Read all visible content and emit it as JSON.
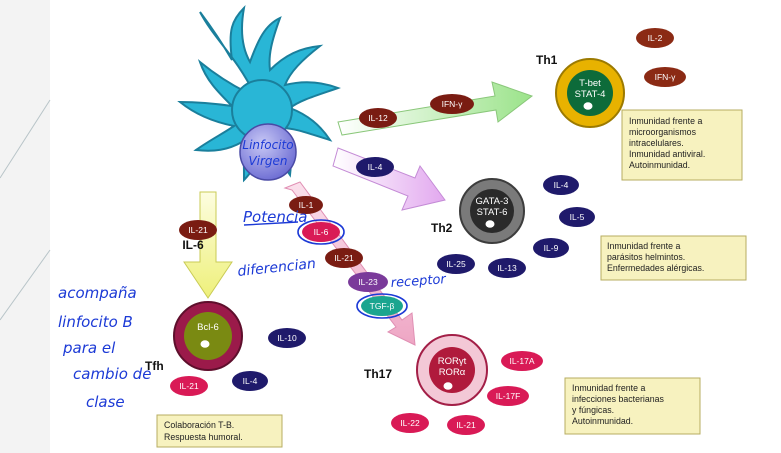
{
  "colors": {
    "dendritic": "#29b6d6",
    "maroon": "#7a1c12",
    "navy": "#1f1a6b",
    "pink": "#d91a56",
    "purple": "#7a3a9a",
    "teal": "#1aa58f",
    "note_bg": "#f7f2bf",
    "ink": "#1c3ad6"
  },
  "diagram": {
    "naive_label": "Linfocito Virgen",
    "th1": {
      "label": "Th1",
      "core": [
        "T-bet",
        "STAT-4"
      ],
      "outputs": [
        "IL-2",
        "IFN-γ"
      ],
      "inputs": [
        "IFN-γ",
        "IL-12"
      ],
      "note": [
        "Inmunidad frente a",
        "microorganismos",
        "intracelulares.",
        "Inmunidad antiviral.",
        "Autoinmunidad."
      ]
    },
    "th2": {
      "label": "Th2",
      "core": [
        "GATA-3",
        "STAT-6"
      ],
      "outputs": [
        "IL-4",
        "IL-5",
        "IL-9",
        "IL-13",
        "IL-25"
      ],
      "inputs": [
        "IL-4"
      ],
      "note": [
        "Inmunidad frente a",
        "parásitos helmintos.",
        "Enfermedades alérgicas."
      ]
    },
    "tfh": {
      "label": "Tfh",
      "core": [
        "Bcl-6"
      ],
      "outputs": [
        "IL-10",
        "IL-4",
        "IL-21"
      ],
      "inputs": [
        "IL-21",
        "IL-6"
      ],
      "note": [
        "Colaboración T-B.",
        "Respuesta humoral."
      ]
    },
    "th17": {
      "label": "Th17",
      "core": [
        "RORγt",
        "RORα"
      ],
      "outputs": [
        "IL-17A",
        "IL-17F",
        "IL-22",
        "IL-21"
      ],
      "inputs": [
        "IL-1",
        "IL-6",
        "IL-21",
        "IL-23",
        "TGF-β"
      ],
      "note": [
        "Inmunidad frente a",
        "infecciones bacterianas",
        "y fúngicas.",
        "Autoinmunidad."
      ]
    }
  },
  "handwriting": {
    "potencia": "Potencia",
    "diferencian": "diferencian",
    "receptor": "receptor",
    "tfh_note": [
      "acompaña",
      "linfocito B",
      "para el",
      "cambio de",
      "clase"
    ]
  }
}
